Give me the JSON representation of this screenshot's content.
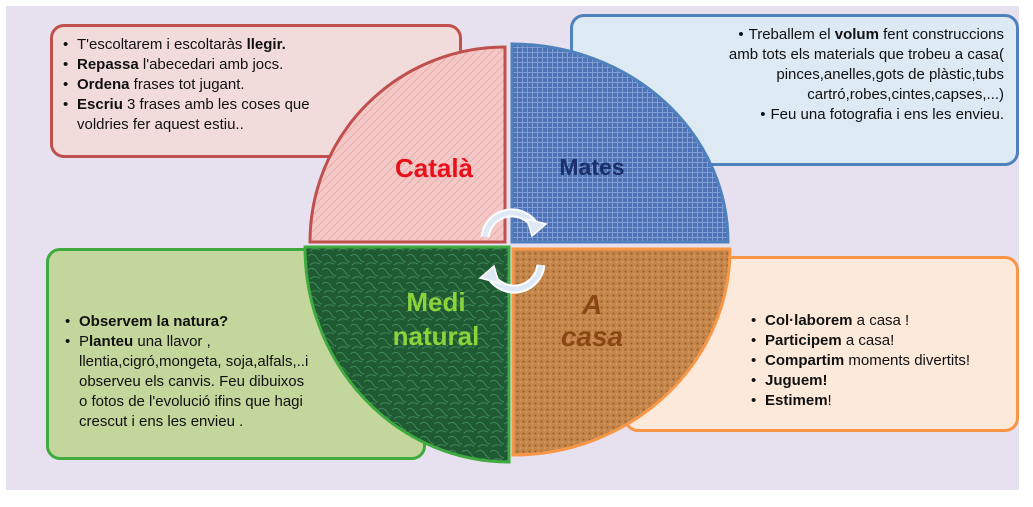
{
  "quadrants": {
    "catala": {
      "label": "Català",
      "color": "#e8101a",
      "items": [
        {
          "pre": "T'escoltarem i escoltaràs ",
          "bold": "llegir.",
          "post": ""
        },
        {
          "pre": "",
          "bold": "Repassa",
          "post": " l'abecedari amb jocs."
        },
        {
          "pre": "",
          "bold": "Ordena",
          "post": "  frases tot jugant."
        },
        {
          "pre": "",
          "bold": "Escriu",
          "post": "  3 frases  amb les coses que  voldries fer aquest estiu.."
        }
      ]
    },
    "mates": {
      "label": "Mates",
      "color": "#1b2f6b",
      "items": [
        {
          "pre": "Treballem el ",
          "bold": "volum",
          "post": "  fent construccions amb tots els materials que trobeu a casa( pinces,anelles,gots de plàstic,tubs cartró,robes,cintes,capses,...)"
        },
        {
          "pre": "Feu una fotografia i ens les envieu.",
          "bold": "",
          "post": ""
        }
      ]
    },
    "medi": {
      "label_line1": "Medi",
      "label_line2": "natural",
      "color": "#8dd33c",
      "items": [
        {
          "pre": "",
          "bold": "Observem  la natura?",
          "post": ""
        },
        {
          "pre": "P",
          "bold": "lanteu",
          "post": " una llavor , llentia,cigró,mongeta, soja,alfals,..i observeu els canvis. Feu dibuixos o fotos de l'evolució ifins que  hagi crescut i  ens  les envieu ."
        }
      ]
    },
    "casa": {
      "label_line1": "A",
      "label_line2": "casa",
      "color": "#8a4714",
      "items": [
        {
          "pre": " ",
          "bold": "Col·laborem",
          "post": " a casa !"
        },
        {
          "pre": "",
          "bold": "Participem",
          "post": " a casa!"
        },
        {
          "pre": "",
          "bold": "Compartim",
          "post": " moments divertits!"
        },
        {
          "pre": "",
          "bold": "Juguem!",
          "post": ""
        },
        {
          "pre": "",
          "bold": "Estimem",
          "post": "!"
        }
      ]
    }
  },
  "colors": {
    "catala_fill": "#f4c8c6",
    "mates_fill": "#4f72b5",
    "medi_fill": "#1f5a33",
    "casa_fill": "#c4864a",
    "cycle_arrow": "#dfe9f5"
  }
}
